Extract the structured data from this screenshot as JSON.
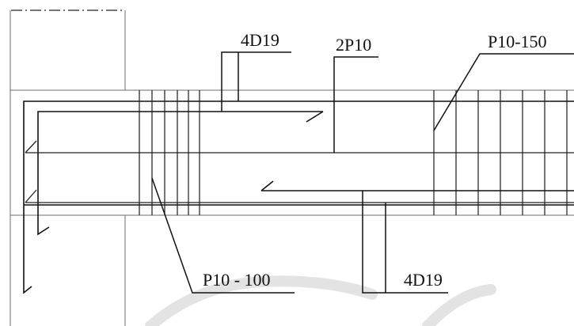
{
  "labels": {
    "top_left": "4D19",
    "top_mid": "2P10",
    "top_right": "P10-150",
    "bottom_left": "P10 - 100",
    "bottom_right": "4D19"
  },
  "watermark": {
    "color": "#e3e3e3"
  }
}
